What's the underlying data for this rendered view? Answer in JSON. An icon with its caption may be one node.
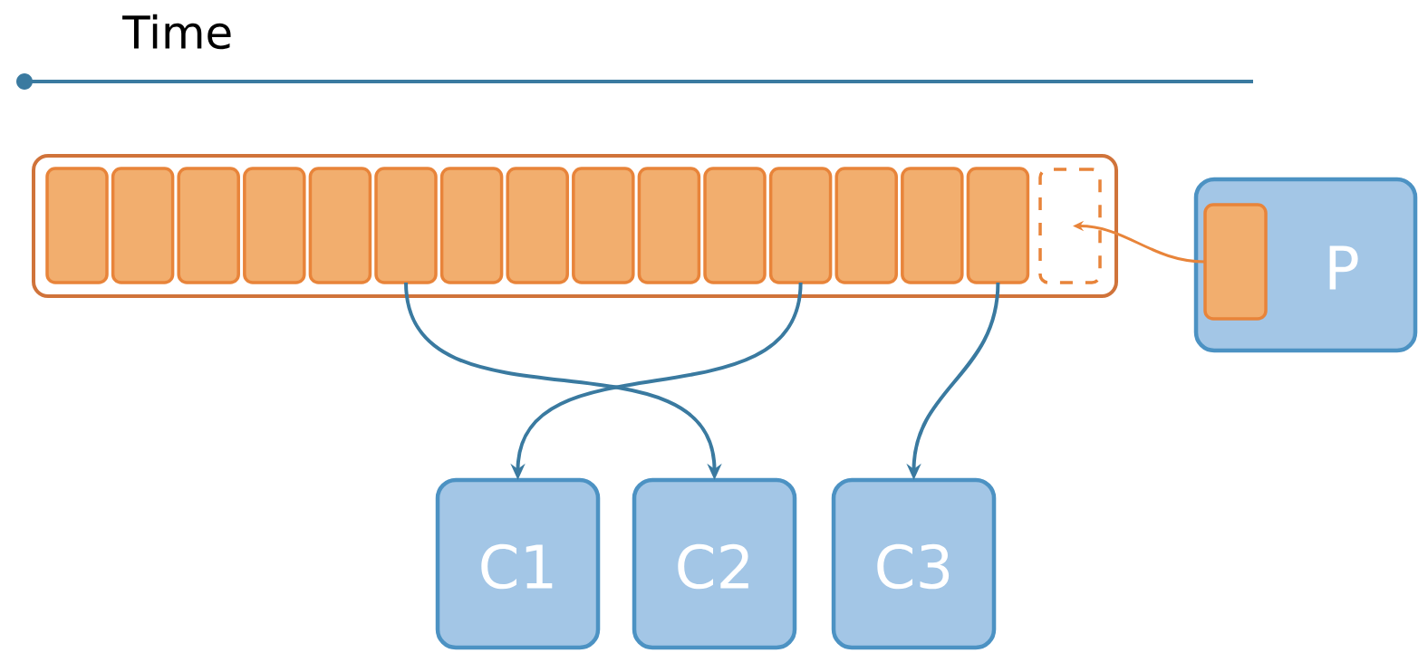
{
  "diagram": {
    "nodes": [
      {
        "text": [],
        "shape": "box"
      },
      {
        "text": [],
        "shape": "box",
        "in": 0
      },
      {
        "text": [],
        "shape": "box",
        "in": 0
      },
      {
        "text": [],
        "shape": "box",
        "in": 0
      },
      {
        "text": [],
        "shape": "box",
        "in": 0
      },
      {
        "text": [],
        "shape": "box",
        "in": 0
      },
      {
        "text": [],
        "shape": "box",
        "in": 0
      },
      {
        "text": [],
        "shape": "box",
        "in": 0
      },
      {
        "text": [],
        "shape": "box",
        "in": 0
      },
      {
        "text": [],
        "shape": "box",
        "in": 0
      },
      {
        "text": [],
        "shape": "box",
        "in": 0
      },
      {
        "text": [],
        "shape": "box",
        "in": 0
      },
      {
        "text": [],
        "shape": "box",
        "in": 0
      },
      {
        "text": [],
        "shape": "box",
        "in": 0
      },
      {
        "text": [],
        "shape": "box",
        "in": 0
      },
      {
        "text": [],
        "shape": "box",
        "in": 0
      },
      {
        "text": [],
        "shape": "box",
        "in": 0
      },
      {
        "text": [
          "P"
        ]
      },
      {
        "text": [],
        "shape": "box",
        "in": 17
      },
      {
        "text": [
          "C1"
        ]
      },
      {
        "text": [
          "C2"
        ]
      },
      {
        "text": [
          "C3"
        ]
      }
    ],
    "edges": [
      {
        "from": 18,
        "to": 16,
        "arrow": "to",
        "color": "#e8843a"
      },
      {
        "from": 6,
        "to": 20,
        "arrow": "to"
      },
      {
        "from": 12,
        "to": 19,
        "arrow": "to"
      },
      {
        "from": 15,
        "to": 21,
        "arrow": "to"
      }
    ],
    "labels": [
      "Time"
    ]
  }
}
